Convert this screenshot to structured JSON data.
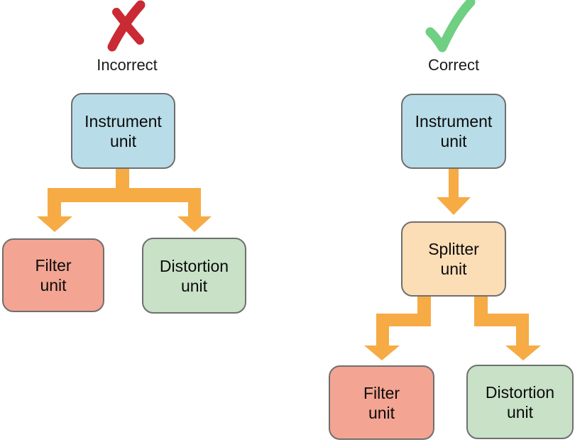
{
  "colors": {
    "arrow": "#f6ab44",
    "incorrect_mark": "#ca2a33",
    "correct_mark": "#6fcf82",
    "instrument_fill": "#b9dde8",
    "filter_fill": "#f3a492",
    "distortion_fill": "#c8e1c7",
    "splitter_fill": "#fbddb6",
    "node_border": "#6f6f6f",
    "text": "#0b0b0b"
  },
  "incorrect": {
    "heading": "Incorrect",
    "mark": "x-mark",
    "nodes": {
      "instrument": {
        "line1": "Instrument",
        "line2": "unit"
      },
      "filter": {
        "line1": "Filter",
        "line2": "unit"
      },
      "distortion": {
        "line1": "Distortion",
        "line2": "unit"
      }
    }
  },
  "correct": {
    "heading": "Correct",
    "mark": "check-mark",
    "nodes": {
      "instrument": {
        "line1": "Instrument",
        "line2": "unit"
      },
      "splitter": {
        "line1": "Splitter",
        "line2": "unit"
      },
      "filter": {
        "line1": "Filter",
        "line2": "unit"
      },
      "distortion": {
        "line1": "Distortion",
        "line2": "unit"
      }
    }
  }
}
